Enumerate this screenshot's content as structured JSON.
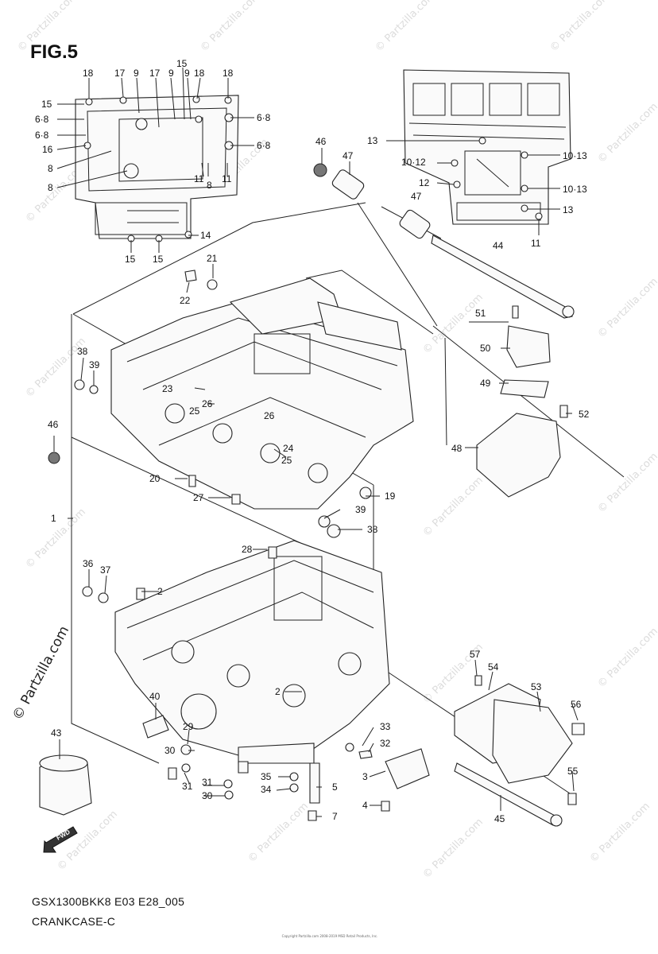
{
  "figure": {
    "title": "FIG.5",
    "code": "GSX1300BKK8 E03 E28_005",
    "name": "CRANKCASE-C",
    "copyright": "Copyright Partzilla.com 2008-2019 MSD Retail Products, Inc."
  },
  "watermark": {
    "text": "© Partzilla.com",
    "side_text": "© Partzilla.com"
  },
  "icons": {
    "fwd_arrow": "fwd-arrow-icon",
    "fwd_label": "FWD"
  },
  "callouts": [
    {
      "id": "c18a",
      "text": "18"
    },
    {
      "id": "c17a",
      "text": "17"
    },
    {
      "id": "c9a",
      "text": "9"
    },
    {
      "id": "c17b",
      "text": "17"
    },
    {
      "id": "c9b",
      "text": "9"
    },
    {
      "id": "c15a",
      "text": "15"
    },
    {
      "id": "c9c",
      "text": "9"
    },
    {
      "id": "c18b",
      "text": "18"
    },
    {
      "id": "c18c",
      "text": "18"
    },
    {
      "id": "c15b",
      "text": "15"
    },
    {
      "id": "c68a",
      "text": "6·8"
    },
    {
      "id": "c68b",
      "text": "6·8"
    },
    {
      "id": "c16",
      "text": "16"
    },
    {
      "id": "c8a",
      "text": "8"
    },
    {
      "id": "c8b",
      "text": "8"
    },
    {
      "id": "c68c",
      "text": "6·8"
    },
    {
      "id": "c68d",
      "text": "6·8"
    },
    {
      "id": "c11a",
      "text": "11"
    },
    {
      "id": "c8c",
      "text": "8"
    },
    {
      "id": "c11b",
      "text": "11"
    },
    {
      "id": "c14",
      "text": "14"
    },
    {
      "id": "c15c",
      "text": "15"
    },
    {
      "id": "c15d",
      "text": "15"
    },
    {
      "id": "c46a",
      "text": "46"
    },
    {
      "id": "c47a",
      "text": "47"
    },
    {
      "id": "c13a",
      "text": "13"
    },
    {
      "id": "c1012a",
      "text": "10·12"
    },
    {
      "id": "c1013a",
      "text": "10·13"
    },
    {
      "id": "c12",
      "text": "12"
    },
    {
      "id": "c1013b",
      "text": "10·13"
    },
    {
      "id": "c47b",
      "text": "47"
    },
    {
      "id": "c13b",
      "text": "13"
    },
    {
      "id": "c11c",
      "text": "11"
    },
    {
      "id": "c44",
      "text": "44"
    },
    {
      "id": "c21",
      "text": "21"
    },
    {
      "id": "c22",
      "text": "22"
    },
    {
      "id": "c51",
      "text": "51"
    },
    {
      "id": "c50",
      "text": "50"
    },
    {
      "id": "c38a",
      "text": "38"
    },
    {
      "id": "c39a",
      "text": "39"
    },
    {
      "id": "c23",
      "text": "23"
    },
    {
      "id": "c26a",
      "text": "26"
    },
    {
      "id": "c25a",
      "text": "25"
    },
    {
      "id": "c26b",
      "text": "26"
    },
    {
      "id": "c49",
      "text": "49"
    },
    {
      "id": "c52",
      "text": "52"
    },
    {
      "id": "c46b",
      "text": "46"
    },
    {
      "id": "c24",
      "text": "24"
    },
    {
      "id": "c25b",
      "text": "25"
    },
    {
      "id": "c48",
      "text": "48"
    },
    {
      "id": "c20",
      "text": "20"
    },
    {
      "id": "c19",
      "text": "19"
    },
    {
      "id": "c27",
      "text": "27"
    },
    {
      "id": "c39b",
      "text": "39"
    },
    {
      "id": "c1",
      "text": "1"
    },
    {
      "id": "c38b",
      "text": "38"
    },
    {
      "id": "c28",
      "text": "28"
    },
    {
      "id": "c36",
      "text": "36"
    },
    {
      "id": "c37",
      "text": "37"
    },
    {
      "id": "c2a",
      "text": "2"
    },
    {
      "id": "c57",
      "text": "57"
    },
    {
      "id": "c54",
      "text": "54"
    },
    {
      "id": "c53",
      "text": "53"
    },
    {
      "id": "c2b",
      "text": "2"
    },
    {
      "id": "c40",
      "text": "40"
    },
    {
      "id": "c56",
      "text": "56"
    },
    {
      "id": "c43",
      "text": "43"
    },
    {
      "id": "c29",
      "text": "29"
    },
    {
      "id": "c33",
      "text": "33"
    },
    {
      "id": "c32",
      "text": "32"
    },
    {
      "id": "c30a",
      "text": "30"
    },
    {
      "id": "c3",
      "text": "3"
    },
    {
      "id": "c31a",
      "text": "31"
    },
    {
      "id": "c35",
      "text": "35"
    },
    {
      "id": "c55",
      "text": "55"
    },
    {
      "id": "c31b",
      "text": "31"
    },
    {
      "id": "c5",
      "text": "5"
    },
    {
      "id": "c34",
      "text": "34"
    },
    {
      "id": "c30b",
      "text": "30"
    },
    {
      "id": "c4",
      "text": "4"
    },
    {
      "id": "c7",
      "text": "7"
    },
    {
      "id": "c45",
      "text": "45"
    }
  ]
}
